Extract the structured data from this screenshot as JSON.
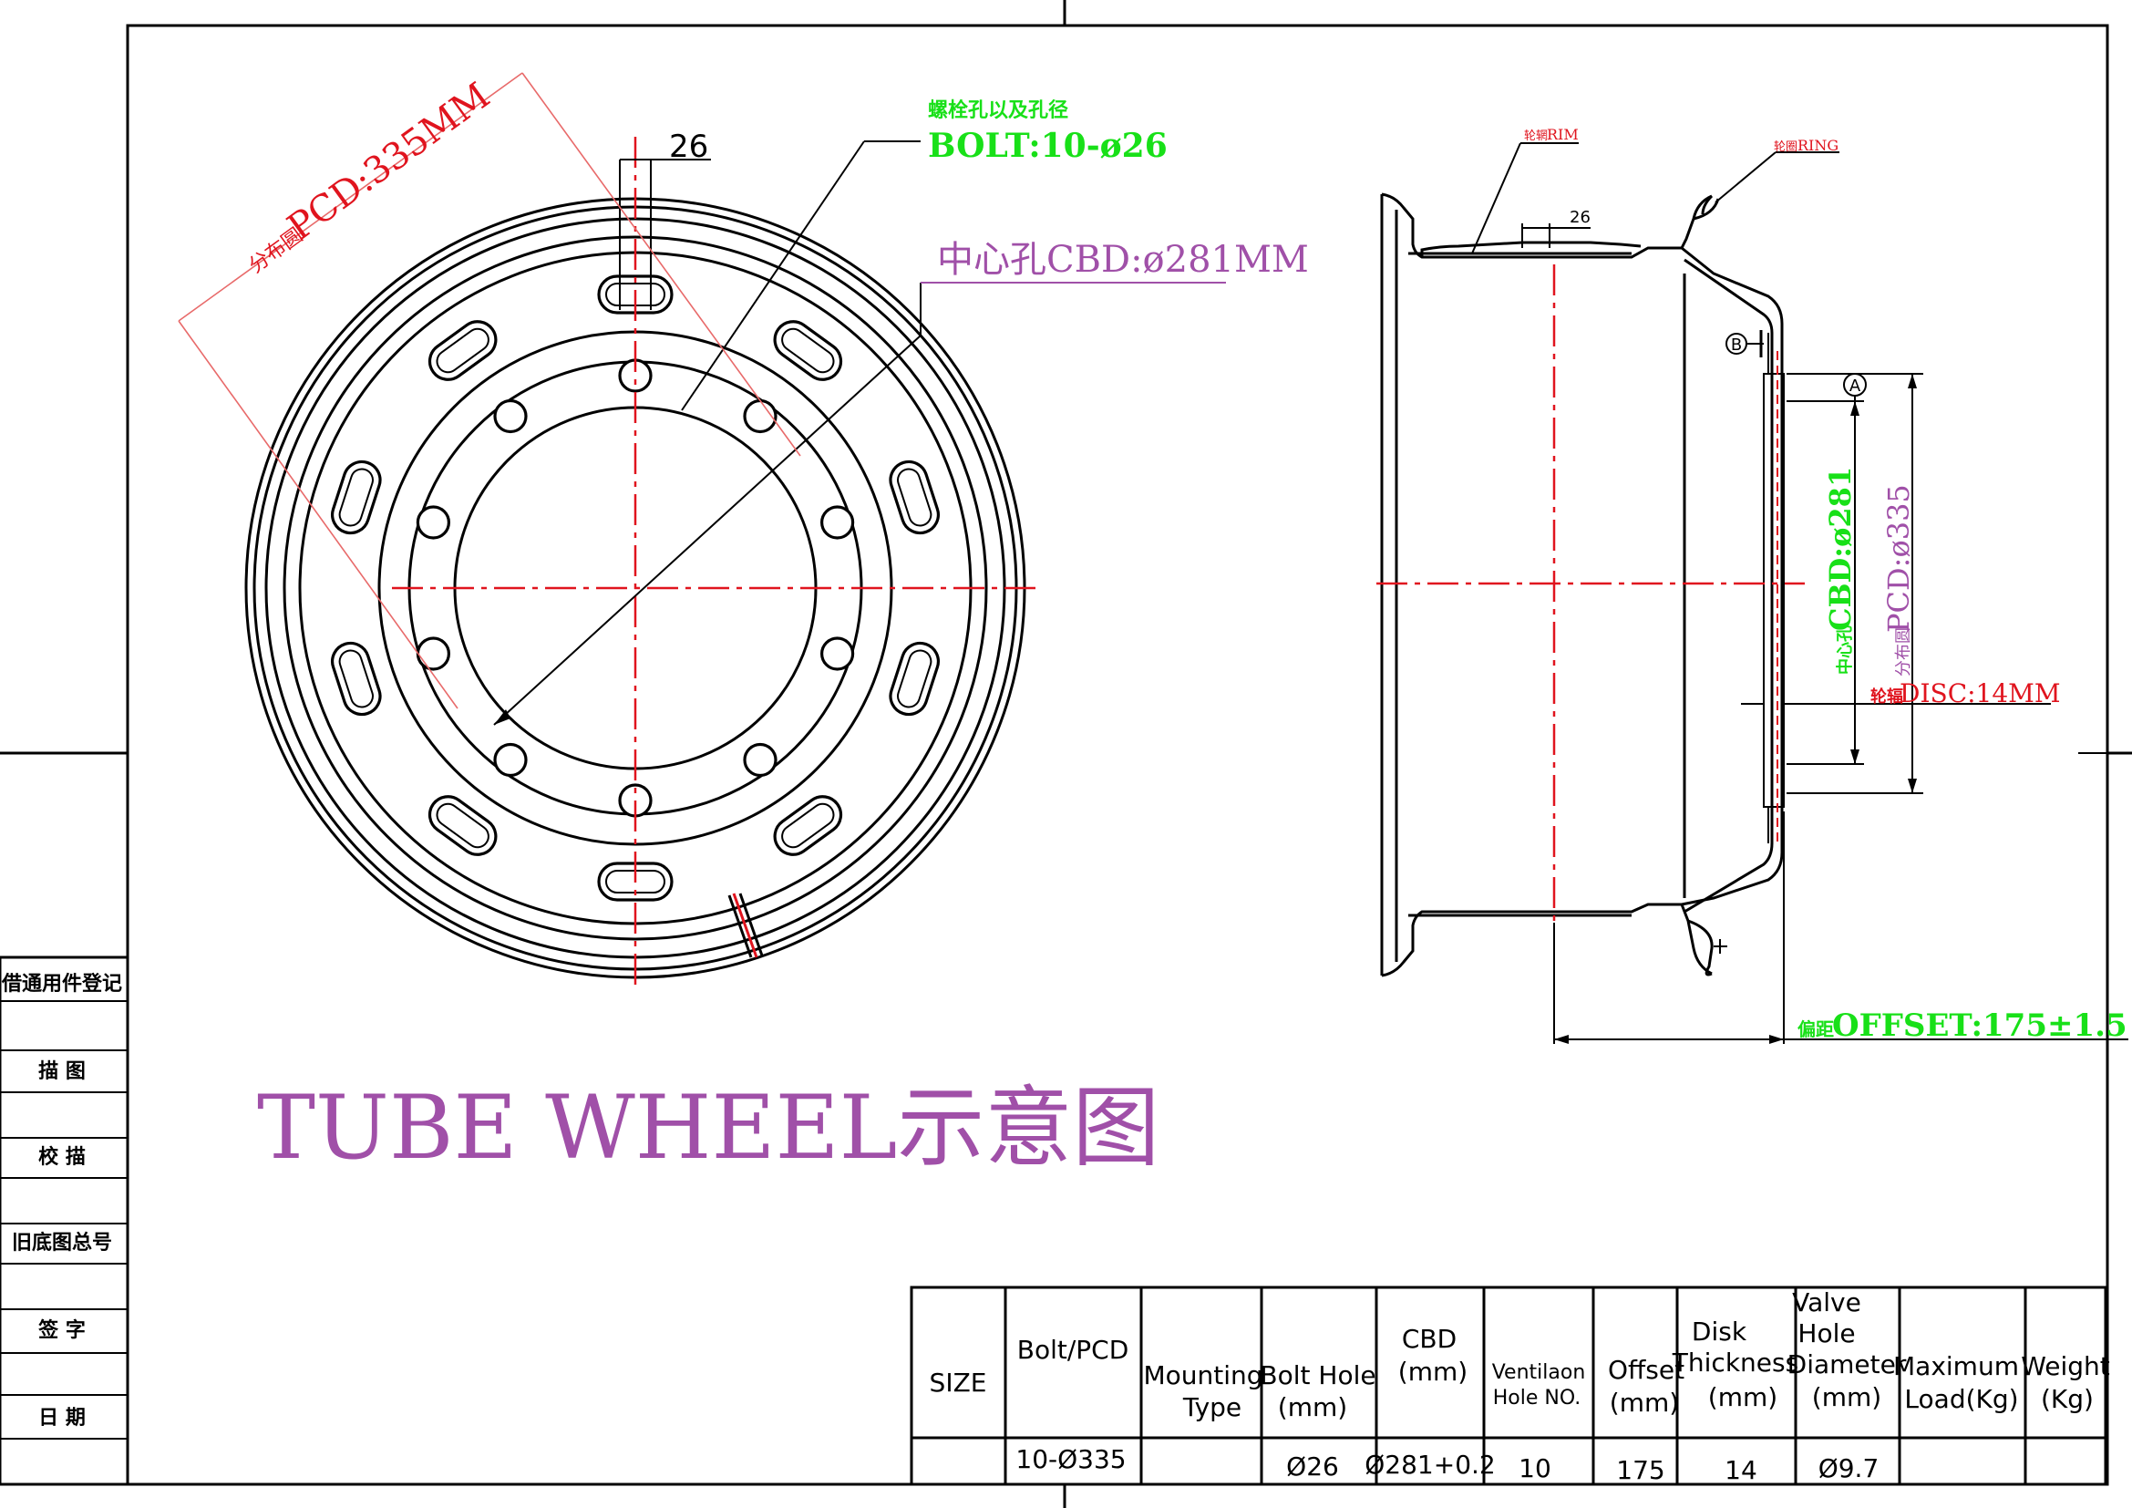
{
  "drawing": {
    "title": "TUBE WHEEL示意图",
    "title_color": "#a050a8"
  },
  "front_view": {
    "bolt_width_dim": "26",
    "bolt_label_cn": "螺栓孔以及孔径",
    "bolt_label": "BOLT:10-ø26",
    "cbd_label": "中心孔CBD:ø281MM",
    "pcd_label_cn": "分布圆",
    "pcd_label": "PCD:335MM"
  },
  "section_view": {
    "rim_label_cn": "轮辋",
    "rim_label": "RIM",
    "ring_label_cn": "轮圈",
    "ring_label": "RING",
    "dim_26": "26",
    "datum_a": "A",
    "datum_b": "B",
    "cbd_vertical_cn": "中心孔",
    "cbd_vertical": "CBD:ø281",
    "pcd_vertical_cn": "分布圆",
    "pcd_vertical": "PCD:ø335",
    "disc_label_cn": "轮辐",
    "disc_label": "DISC:14MM",
    "offset_label_cn": "偏距",
    "offset_label": "OFFSET:175±1.5"
  },
  "side_block": {
    "rows": [
      "借通用件登记",
      "描 图",
      "校 描",
      "旧底图总号",
      "签 字",
      "日 期"
    ]
  },
  "spec_table": {
    "headers": {
      "size": "SIZE",
      "bolt_pcd": "Bolt/PCD",
      "mounting": [
        "Mounting",
        "Type"
      ],
      "bolt_hole": [
        "Bolt Hole",
        "(mm)"
      ],
      "cbd": [
        "CBD",
        "(mm)"
      ],
      "vent": [
        "Ventilaon",
        "Hole NO."
      ],
      "offset": [
        "Offset",
        "(mm)"
      ],
      "disk": [
        "Disk",
        "Thickness",
        "(mm)"
      ],
      "valve": [
        "Valve",
        "Hole",
        "Diameter",
        "(mm)"
      ],
      "max_load": [
        "Maximum",
        "Load(Kg)"
      ],
      "weight": [
        "Weight",
        "(Kg)"
      ]
    },
    "row": {
      "size": "",
      "bolt_pcd": "10-Ø335",
      "mounting": "",
      "bolt_hole": "Ø26",
      "cbd": "Ø281+0.2",
      "vent": "10",
      "offset": "175",
      "disk": "14",
      "valve": "Ø9.7",
      "max_load": "",
      "weight": ""
    }
  },
  "colors": {
    "dimension_red": "#e0141e",
    "label_green": "#18e018",
    "label_purple": "#a050a8"
  }
}
